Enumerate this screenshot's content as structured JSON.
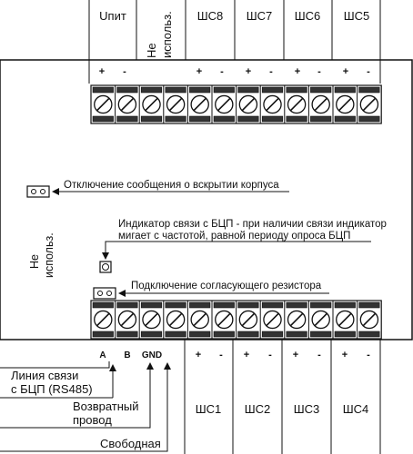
{
  "top_labels": {
    "upit": "Uпит",
    "ne_ispolz": [
      "Не",
      "использ."
    ],
    "shs8": "ШС8",
    "shs7": "ШС7",
    "shs6": "ШС6",
    "shs5": "ШС5"
  },
  "top_polarity": {
    "upit": [
      "+",
      "-"
    ],
    "shs8": [
      "+",
      "-"
    ],
    "shs7": [
      "+",
      "-"
    ],
    "shs6": [
      "+",
      "-"
    ],
    "shs5": [
      "+",
      "-"
    ]
  },
  "annotations": {
    "case_open": "Отключение сообщения о вскрытии корпуса",
    "indicator_line1": "Индикатор связи с БЦП - при наличии связи индикатор",
    "indicator_line2": "мигает с частотой, равной периоду опроса БЦП",
    "resistor": "Подключение согласующего резистора",
    "ne_ispolz_side": [
      "Не",
      "использ."
    ]
  },
  "bottom_terminals": {
    "a": "A",
    "b": "B",
    "gnd": "GND"
  },
  "bottom_polarity": {
    "shs1": [
      "+",
      "-"
    ],
    "shs2": [
      "+",
      "-"
    ],
    "shs3": [
      "+",
      "-"
    ],
    "shs4": [
      "+",
      "-"
    ]
  },
  "bottom_labels": {
    "shs1": "ШС1",
    "shs2": "ШС2",
    "shs3": "ШС3",
    "shs4": "ШС4"
  },
  "left_labels": {
    "line": [
      "Линия связи",
      "с БЦП (RS485)"
    ],
    "return": [
      "Возвратный",
      "провод"
    ],
    "free": "Свободная"
  }
}
